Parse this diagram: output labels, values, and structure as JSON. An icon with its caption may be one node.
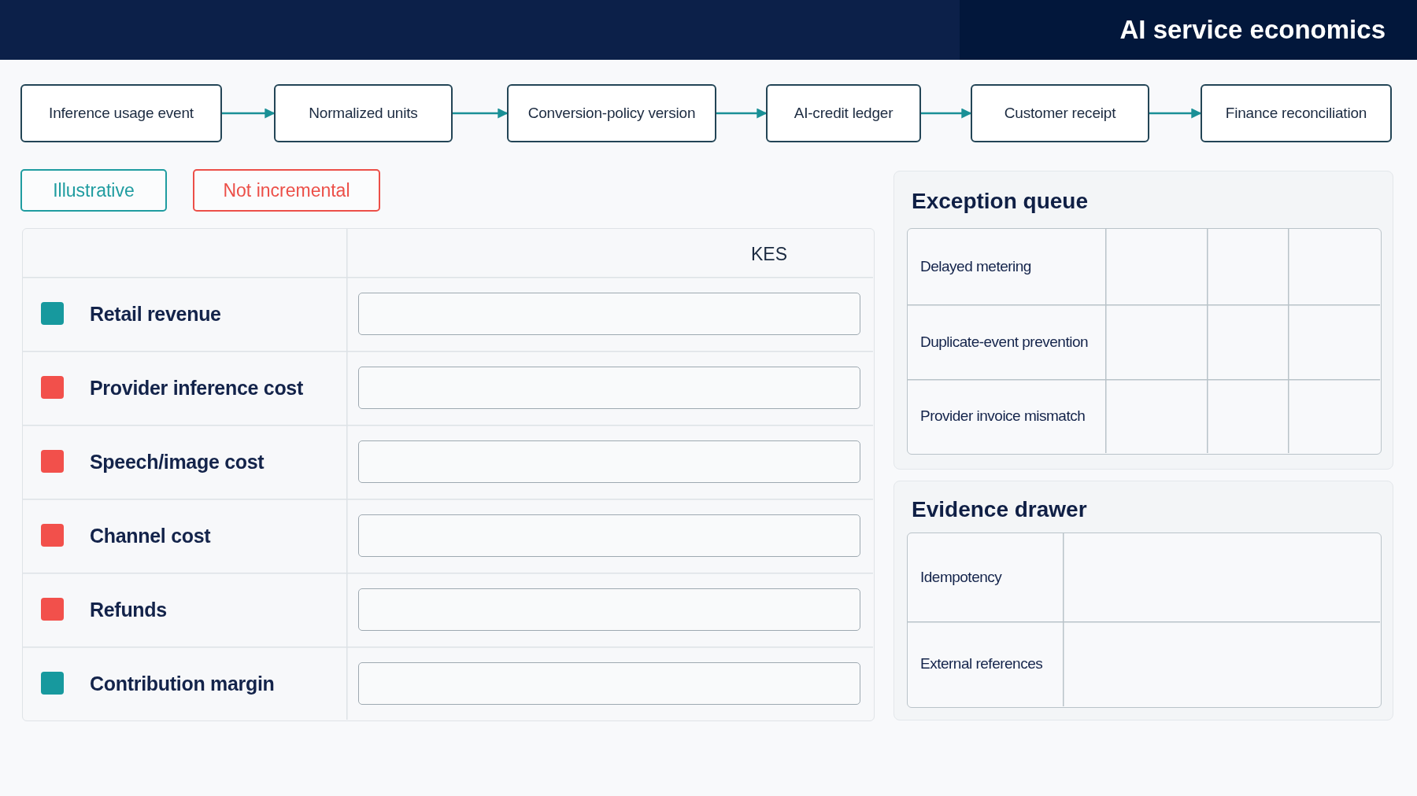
{
  "diagram": {
    "title": "AI service economics",
    "nodes": [
      {
        "text": [
          "Inference usage event"
        ]
      },
      {
        "text": [
          "Normalized units"
        ]
      },
      {
        "text": [
          "Conversion-policy version"
        ]
      },
      {
        "text": [
          "AI-credit ledger"
        ]
      },
      {
        "text": [
          "Customer receipt"
        ]
      },
      {
        "text": [
          "Finance reconciliation"
        ]
      },
      {
        "text": [
          "Illustrative"
        ]
      },
      {
        "text": [
          "Not incremental"
        ]
      },
      {
        "text": [
          "Exception queue"
        ]
      },
      {
        "text": [
          "Evidence drawer"
        ]
      }
    ],
    "edges": [
      {
        "from": 0,
        "to": 1,
        "arrow": "to"
      },
      {
        "from": 1,
        "to": 2,
        "arrow": "to"
      },
      {
        "from": 2,
        "to": 3,
        "arrow": "to"
      },
      {
        "from": 3,
        "to": 4,
        "arrow": "to"
      },
      {
        "from": 4,
        "to": 5,
        "arrow": "to"
      }
    ],
    "labels": [
      "KES",
      "Delayed metering",
      "Duplicate-event prevention",
      "Provider invoice mismatch",
      "Idempotency",
      "External references"
    ],
    "legend": [
      {
        "text": "Retail revenue",
        "color": "#17999e"
      },
      {
        "text": "Provider inference cost",
        "color": "#f2504b"
      },
      {
        "text": "Speech/image cost",
        "color": "#f2504b"
      },
      {
        "text": "Channel cost",
        "color": "#f2504b"
      },
      {
        "text": "Refunds",
        "color": "#f2504b"
      },
      {
        "text": "Contribution margin",
        "color": "#17999e"
      }
    ]
  }
}
